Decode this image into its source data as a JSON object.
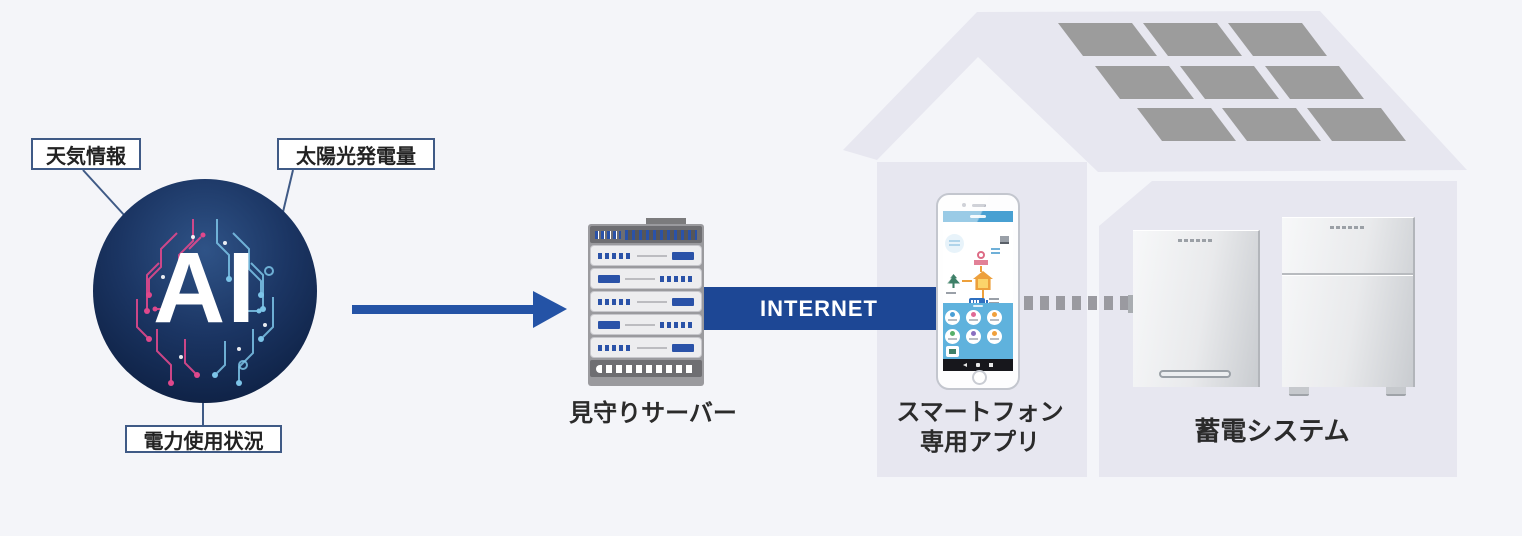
{
  "theme": {
    "bg": "#f4f5f9",
    "accent-blue": "#1d4795",
    "arrow-blue": "#2453a6",
    "box-border": "#3f5a86",
    "text-dark": "#2b2b2b",
    "house-fill": "#e7e7f0",
    "panel-gray": "#9c9c9c",
    "circuit-pink": "#e0488c",
    "circuit-blue": "#7cc4e8",
    "dash-gray": "#9a9aa0",
    "server-blue": "#2a52a8",
    "phone-blue": "#48a0d2",
    "phone-lower": "#5fb2dd",
    "app-pink": "#dd6b85",
    "app-orange": "#eda03c",
    "app-green": "#3e8068",
    "app-blue": "#2e6fc0"
  },
  "ai": {
    "label": "AI",
    "inputs": [
      {
        "label": "天気情報"
      },
      {
        "label": "太陽光発電量"
      },
      {
        "label": "電力使用状況"
      }
    ]
  },
  "server": {
    "caption": "見守りサーバー"
  },
  "internet": {
    "label": "INTERNET"
  },
  "smartphone": {
    "caption_line1": "スマートフォン",
    "caption_line2": "専用アプリ"
  },
  "battery": {
    "caption": "蓄電システム"
  },
  "icons": {
    "ai_brain": "circuit-brain",
    "flow_arrow": "right-arrow",
    "server": "rack-server",
    "phone_app": "smartphone-home-energy-app",
    "app_glyphs": [
      "sun-solar",
      "tree",
      "house",
      "battery"
    ],
    "dashed_link": "wireless-dashed-line",
    "house": "house-with-solar-panels",
    "battery_units": [
      "power-conditioner",
      "storage-battery"
    ]
  }
}
